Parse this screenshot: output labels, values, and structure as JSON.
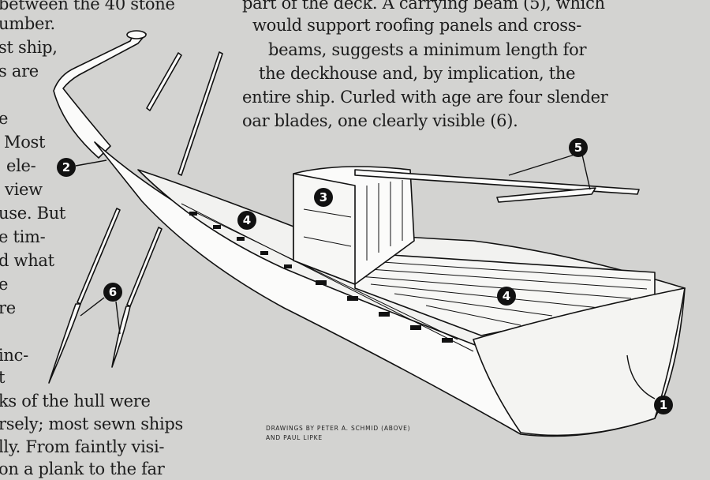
{
  "left_column": [
    "between the 40 stone",
    "umber.",
    "st ship,",
    "s are",
    "e",
    "Most",
    "ele-",
    "view",
    "use. But",
    "e tim-",
    "d what",
    "e",
    "re",
    "inc-",
    "t"
  ],
  "bottom_lines": [
    "ks of the hull were",
    "rsely; most sewn ships",
    "lly. From faintly visi-",
    "on a plank to the far"
  ],
  "top_column": [
    "part of the deck. A carrying beam (5), which",
    "would support roofing panels and cross-",
    "beams, suggests a minimum length for",
    "the deckhouse and, by implication, the",
    "entire ship. Curled with age are four slender",
    "oar blades, one clearly visible (6)."
  ],
  "credit": [
    "DRAWINGS BY PETER A. SCHMID (ABOVE)",
    "AND PAUL LIPKE"
  ],
  "markers": [
    "1",
    "2",
    "3",
    "4",
    "4",
    "5",
    "6"
  ]
}
